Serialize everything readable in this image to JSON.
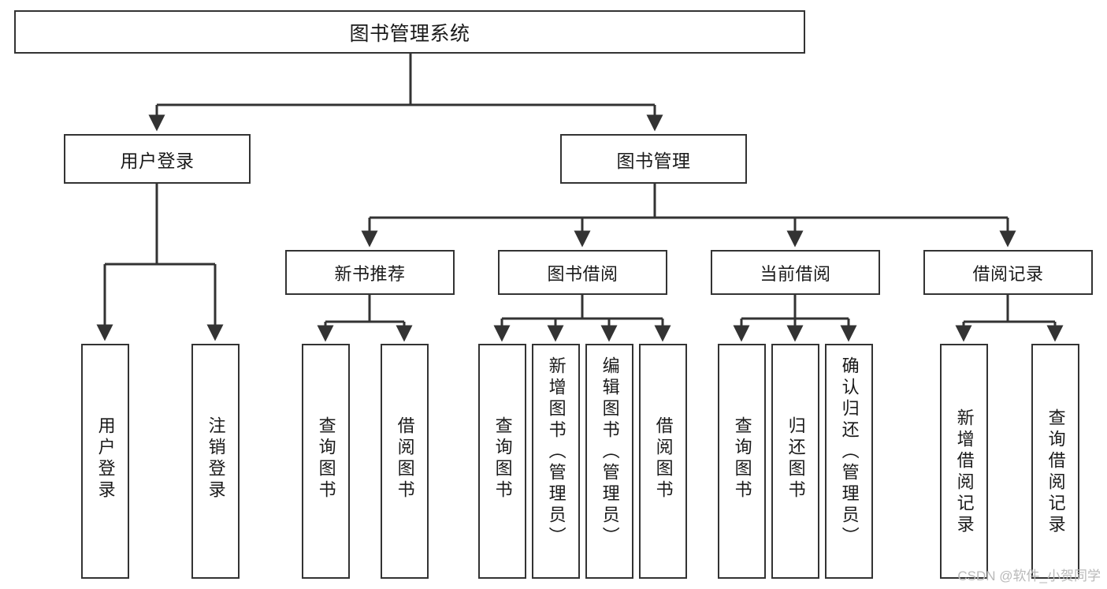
{
  "diagram": {
    "type": "tree-hierarchy-diagram",
    "title": "图书管理系统",
    "watermark": "CSDN @软件_小贺同学",
    "colors": {
      "stroke": "#333333",
      "fill": "#ffffff",
      "text": "#1a1a1a",
      "watermark": "#b9b9b9"
    },
    "nodes": {
      "root": {
        "label": "图书管理系统",
        "level": 1
      },
      "l2": [
        {
          "id": "user-login",
          "label": "用户登录",
          "level": 2
        },
        {
          "id": "book-manage",
          "label": "图书管理",
          "level": 2
        }
      ],
      "l3": [
        {
          "id": "new-book-recommend",
          "label": "新书推荐",
          "level": 3
        },
        {
          "id": "book-borrow",
          "label": "图书借阅",
          "level": 3
        },
        {
          "id": "current-borrow",
          "label": "当前借阅",
          "level": 3
        },
        {
          "id": "borrow-record",
          "label": "借阅记录",
          "level": 3
        }
      ],
      "leaves": [
        {
          "id": "leaf-user-login",
          "label": "用户登录",
          "parent": "user-login"
        },
        {
          "id": "leaf-logout",
          "label": "注销登录",
          "parent": "user-login"
        },
        {
          "id": "leaf-query-book-1",
          "label": "查询图书",
          "parent": "new-book-recommend"
        },
        {
          "id": "leaf-borrow-book-1",
          "label": "借阅图书",
          "parent": "new-book-recommend"
        },
        {
          "id": "leaf-query-book-2",
          "label": "查询图书",
          "parent": "book-borrow"
        },
        {
          "id": "leaf-add-book",
          "label": "新增图书（管理员）",
          "parent": "book-borrow"
        },
        {
          "id": "leaf-edit-book",
          "label": "编辑图书（管理员）",
          "parent": "book-borrow"
        },
        {
          "id": "leaf-borrow-book-2",
          "label": "借阅图书",
          "parent": "book-borrow"
        },
        {
          "id": "leaf-query-book-3",
          "label": "查询图书",
          "parent": "current-borrow"
        },
        {
          "id": "leaf-return-book",
          "label": "归还图书",
          "parent": "current-borrow"
        },
        {
          "id": "leaf-confirm-return",
          "label": "确认归还（管理员）",
          "parent": "current-borrow"
        },
        {
          "id": "leaf-add-record",
          "label": "新增借阅记录",
          "parent": "borrow-record"
        },
        {
          "id": "leaf-query-record",
          "label": "查询借阅记录",
          "parent": "borrow-record"
        }
      ]
    }
  }
}
